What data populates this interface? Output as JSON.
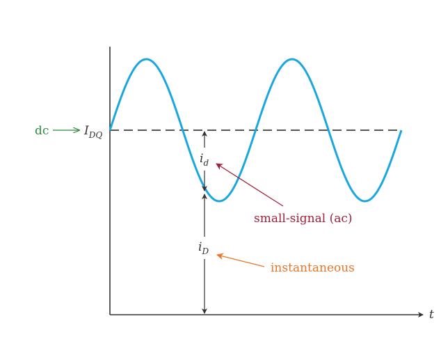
{
  "labels": {
    "dc": "dc",
    "idq_main": "I",
    "idq_sub": "DQ",
    "id_small_main": "i",
    "id_small_sub": "d",
    "id_total_main": "i",
    "id_total_sub": "D",
    "small_signal": "small-signal (ac)",
    "instantaneous": "instantaneous",
    "t_axis": "t"
  },
  "colors": {
    "dc_label": "#2e8b3e",
    "small_signal": "#a3203a",
    "instantaneous": "#e8762b",
    "wave": "#1aa7e0",
    "axis": "#333333"
  },
  "wave": {
    "type": "sine",
    "cycles": 2,
    "phase": "starts at I_DQ rising"
  }
}
